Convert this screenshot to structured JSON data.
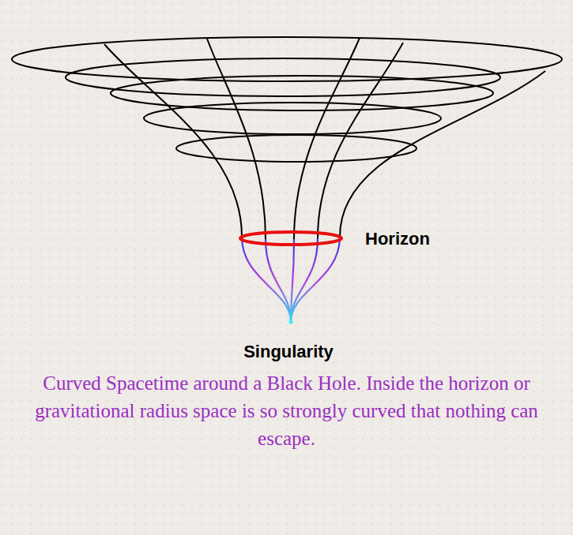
{
  "diagram": {
    "caption": "Curved Spacetime around a Black Hole. Inside the horizon or gravitational radius space is so strongly curved that nothing can escape.",
    "labels": [
      "Horizon",
      "Singularity"
    ]
  }
}
